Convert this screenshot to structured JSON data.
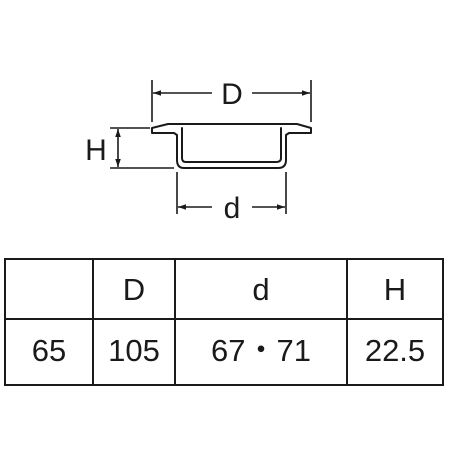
{
  "diagram": {
    "labels": {
      "outer_diameter": "D",
      "inner_diameter": "d",
      "height": "H"
    }
  },
  "table": {
    "header": [
      "",
      "D",
      "d",
      "H"
    ],
    "rows": [
      [
        "65",
        "105",
        "67・71",
        "22.5"
      ]
    ]
  }
}
